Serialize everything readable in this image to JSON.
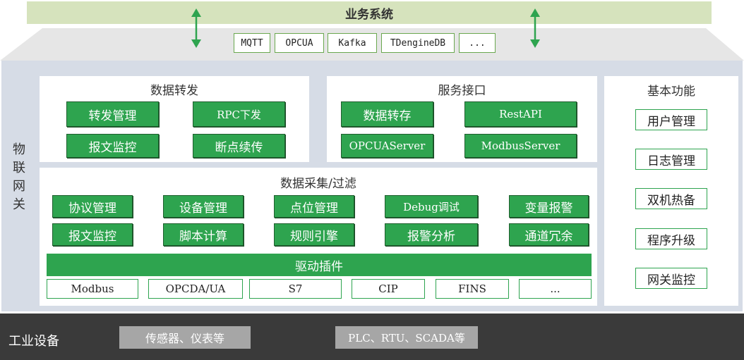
{
  "business_system": {
    "title": "业务系统"
  },
  "northbound_protocols": [
    "MQTT",
    "OPCUA",
    "Kafka",
    "TDengineDB",
    "..."
  ],
  "gateway": {
    "label": "物联网关",
    "data_forwarding": {
      "title": "数据转发",
      "items": [
        "转发管理",
        "RPC下发",
        "报文监控",
        "断点续传"
      ]
    },
    "service_interface": {
      "title": "服务接口",
      "items": [
        "数据转存",
        "RestAPI",
        "OPCUAServer",
        "ModbusServer"
      ]
    },
    "data_collection": {
      "title": "数据采集/过滤",
      "row1": [
        "协议管理",
        "设备管理",
        "点位管理",
        "Debug调试",
        "变量报警"
      ],
      "row2": [
        "报文监控",
        "脚本计算",
        "规则引擎",
        "报警分析",
        "通道冗余"
      ]
    },
    "driver_plugins": {
      "title": "驱动插件",
      "items": [
        "Modbus",
        "OPCDA/UA",
        "S7",
        "CIP",
        "FINS",
        "..."
      ]
    },
    "basic_functions": {
      "title": "基本功能",
      "items": [
        "用户管理",
        "日志管理",
        "双机热备",
        "程序升级",
        "网关监控"
      ]
    }
  },
  "industrial_equipment": {
    "label": "工业设备",
    "items": [
      "传感器、仪表等",
      "PLC、RTU、SCADA等"
    ]
  },
  "colors": {
    "business_bar": "#d6e3bd",
    "gateway_bg": "#d6dce6",
    "green_button": "#2ea44f",
    "industrial_bg": "#3a3a3a",
    "grey_tag": "#a6a6a6",
    "arrow": "#2ea44f"
  }
}
